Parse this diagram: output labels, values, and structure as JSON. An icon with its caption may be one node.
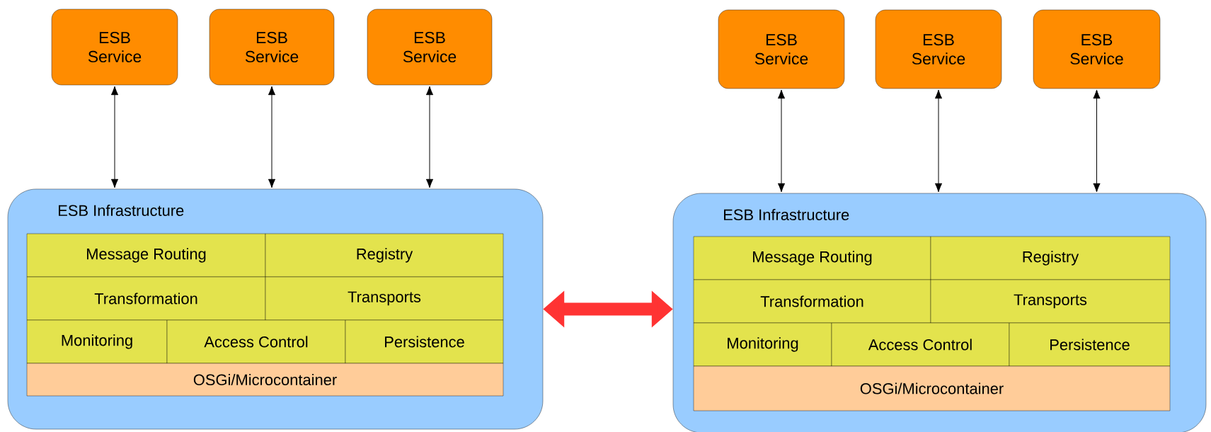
{
  "diagram": {
    "nodes": [
      {
        "text": [
          "ESB Service"
        ]
      },
      {
        "text": [
          "ESB Service"
        ]
      },
      {
        "text": [
          "ESB Service"
        ]
      },
      {
        "text": [
          "ESB Service"
        ]
      },
      {
        "text": [
          "ESB Service"
        ]
      },
      {
        "text": [
          "ESB Service"
        ]
      },
      {
        "text": [
          "ESB Infrastructure"
        ]
      },
      {
        "text": [
          "Message Routing"
        ],
        "in": 6
      },
      {
        "text": [
          "Registry"
        ],
        "in": 6
      },
      {
        "text": [
          "Transformation"
        ],
        "in": 6
      },
      {
        "text": [
          "Transports"
        ],
        "in": 6
      },
      {
        "text": [
          "Monitoring"
        ],
        "in": 6
      },
      {
        "text": [
          "Access Control"
        ],
        "in": 6
      },
      {
        "text": [
          "Persistence"
        ],
        "in": 6
      },
      {
        "text": [
          "OSGi/Microcontainer"
        ],
        "in": 6
      },
      {
        "text": [
          "ESB Infrastructure"
        ]
      },
      {
        "text": [
          "Message Routing"
        ],
        "in": 15
      },
      {
        "text": [
          "Registry"
        ],
        "in": 15
      },
      {
        "text": [
          "Transformation"
        ],
        "in": 15
      },
      {
        "text": [
          "Transports"
        ],
        "in": 15
      },
      {
        "text": [
          "Monitoring"
        ],
        "in": 15
      },
      {
        "text": [
          "Access Control"
        ],
        "in": 15
      },
      {
        "text": [
          "Persistence"
        ],
        "in": 15
      },
      {
        "text": [
          "OSGi/Microcontainer"
        ],
        "in": 15
      }
    ],
    "edges": [
      {
        "from": 0,
        "to": 6,
        "arrow": "both"
      },
      {
        "from": 1,
        "to": 6,
        "arrow": "both"
      },
      {
        "from": 2,
        "to": 6,
        "arrow": "both"
      },
      {
        "from": 3,
        "to": 15,
        "arrow": "both"
      },
      {
        "from": 4,
        "to": 15,
        "arrow": "both"
      },
      {
        "from": 5,
        "to": 15,
        "arrow": "both"
      },
      {
        "from": 6,
        "to": 15,
        "arrow": "both",
        "style": "thick",
        "color": "#ff3333"
      }
    ]
  }
}
